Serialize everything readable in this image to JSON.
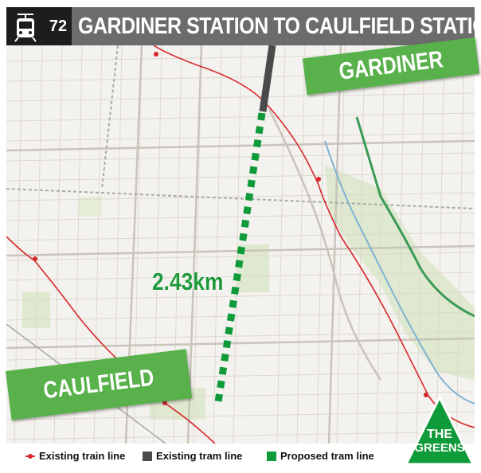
{
  "header": {
    "icon": "tram-icon",
    "route_number": "72",
    "title": "GARDINER STATION TO CAULFIELD STATION"
  },
  "map": {
    "labels": {
      "gardiner": "GARDINER",
      "caulfield": "CAULFIELD",
      "distance": "2.43km"
    },
    "colors": {
      "train_line": "#d6262b",
      "existing_tram": "#4a4a4a",
      "proposed_tram": "#0f9b3a",
      "banner": "#58b14a"
    }
  },
  "legend": {
    "existing_train": "Existing train line",
    "existing_tram": "Existing tram line",
    "proposed_tram": "Proposed tram line"
  },
  "logo": {
    "line1": "THE",
    "line2": "GREENS"
  }
}
